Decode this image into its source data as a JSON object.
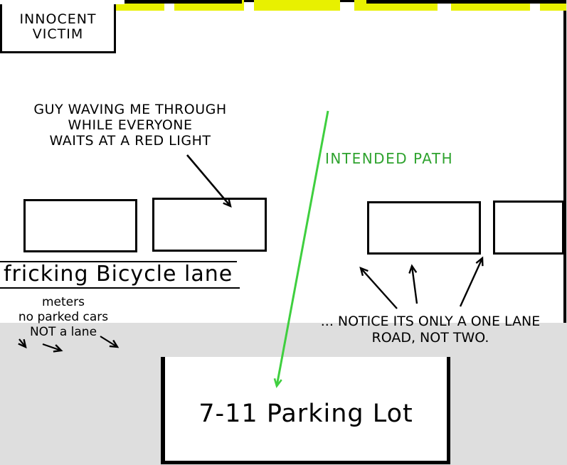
{
  "colors": {
    "background_gray": "#DEDEDE",
    "road_white": "#FFFFFF",
    "outline_black": "#000000",
    "center_line_yellow": "#E8F000",
    "intended_path_green": "#3FCF3F",
    "intended_path_label_green": "#2FA32F"
  },
  "annotations": {
    "guy_waving": {
      "lines": [
        "GUY WAVING ME THROUGH",
        "WHILE EVERYONE",
        "WAITS AT A RED LIGHT"
      ]
    },
    "innocent_victim": {
      "lines": [
        "INNOCENT",
        "VICTIM"
      ]
    },
    "intended_path": {
      "label": "INTENDED PATH"
    },
    "bicycle_lane": {
      "label": "fricking Bicycle lane"
    },
    "lane_note": {
      "lines": [
        "meters",
        "no parked cars",
        "NOT a lane"
      ]
    },
    "one_lane_note": {
      "lines": [
        "... NOTICE ITS ONLY A ONE LANE",
        "ROAD, NOT TWO."
      ]
    },
    "parking_lot": {
      "label": "7-11 Parking Lot"
    }
  }
}
